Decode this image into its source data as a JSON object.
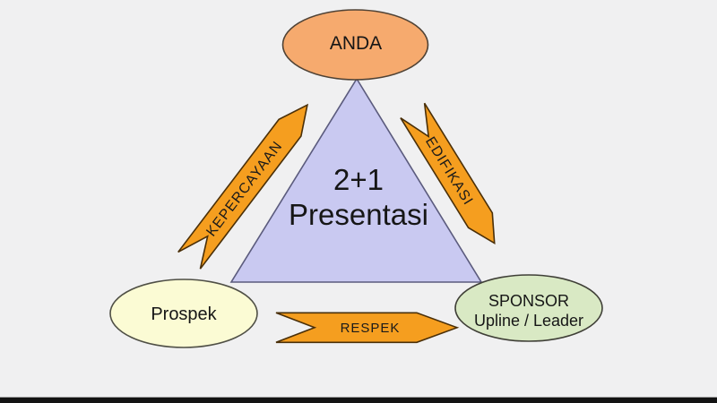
{
  "page": {
    "background_color": "#f0f0f1",
    "bottom_bar_color": "#131313"
  },
  "diagram": {
    "center_triangle": {
      "line1": "2+1",
      "line2": "Presentasi",
      "fill": "#c9c9f1"
    },
    "nodes": {
      "anda": {
        "label": "ANDA",
        "fill": "#f6aa6e"
      },
      "prospek": {
        "label": "Prospek",
        "fill": "#fbfbd4"
      },
      "sponsor": {
        "line1": "SPONSOR",
        "line2": "Upline / Leader",
        "fill": "#d9e9c4"
      }
    },
    "arrows": {
      "fill": "#f59e1f",
      "kepercayaan": {
        "label": "KEPERCAYAAN"
      },
      "edifikasi": {
        "label": "EDIFIKASI"
      },
      "respek": {
        "label": "RESPEK"
      }
    }
  }
}
